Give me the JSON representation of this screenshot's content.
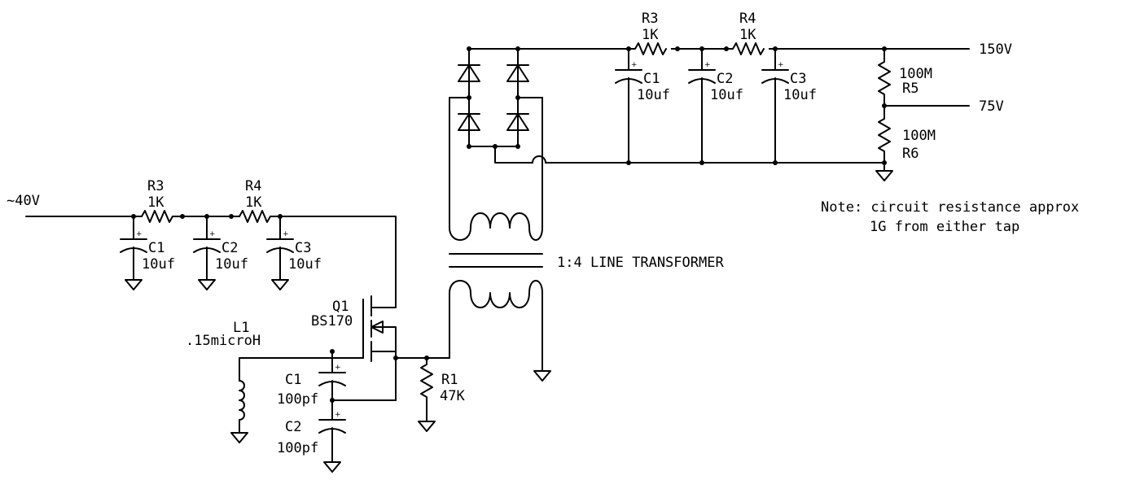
{
  "labels": {
    "in_voltage": "~40V",
    "in_r3_name": "R3",
    "in_r3_value": "1K",
    "in_r4_name": "R4",
    "in_r4_value": "1K",
    "in_c1_name": "C1",
    "in_c1_value": "10uf",
    "in_c2_name": "C2",
    "in_c2_value": "10uf",
    "in_c3_name": "C3",
    "in_c3_value": "10uf",
    "q1_name": "Q1",
    "q1_value": "BS170",
    "l1_name": "L1",
    "l1_value": ".15microH",
    "osc_c1_name": "C1",
    "osc_c1_value": "100pf",
    "osc_c2_name": "C2",
    "osc_c2_value": "100pf",
    "r1_name": "R1",
    "r1_value": "47K",
    "transformer": "1:4 LINE TRANSFORMER",
    "out_r3_name": "R3",
    "out_r3_value": "1K",
    "out_r4_name": "R4",
    "out_r4_value": "1K",
    "out_c1_name": "C1",
    "out_c1_value": "10uf",
    "out_c2_name": "C2",
    "out_c2_value": "10uf",
    "out_c3_name": "C3",
    "out_c3_value": "10uf",
    "r5_value": "100M",
    "r5_name": "R5",
    "r6_value": "100M",
    "r6_name": "R6",
    "tap_150": "150V",
    "tap_75": "75V",
    "note_line1": "Note: circuit resistance approx",
    "note_line2": "1G from either tap",
    "plus": "+"
  }
}
